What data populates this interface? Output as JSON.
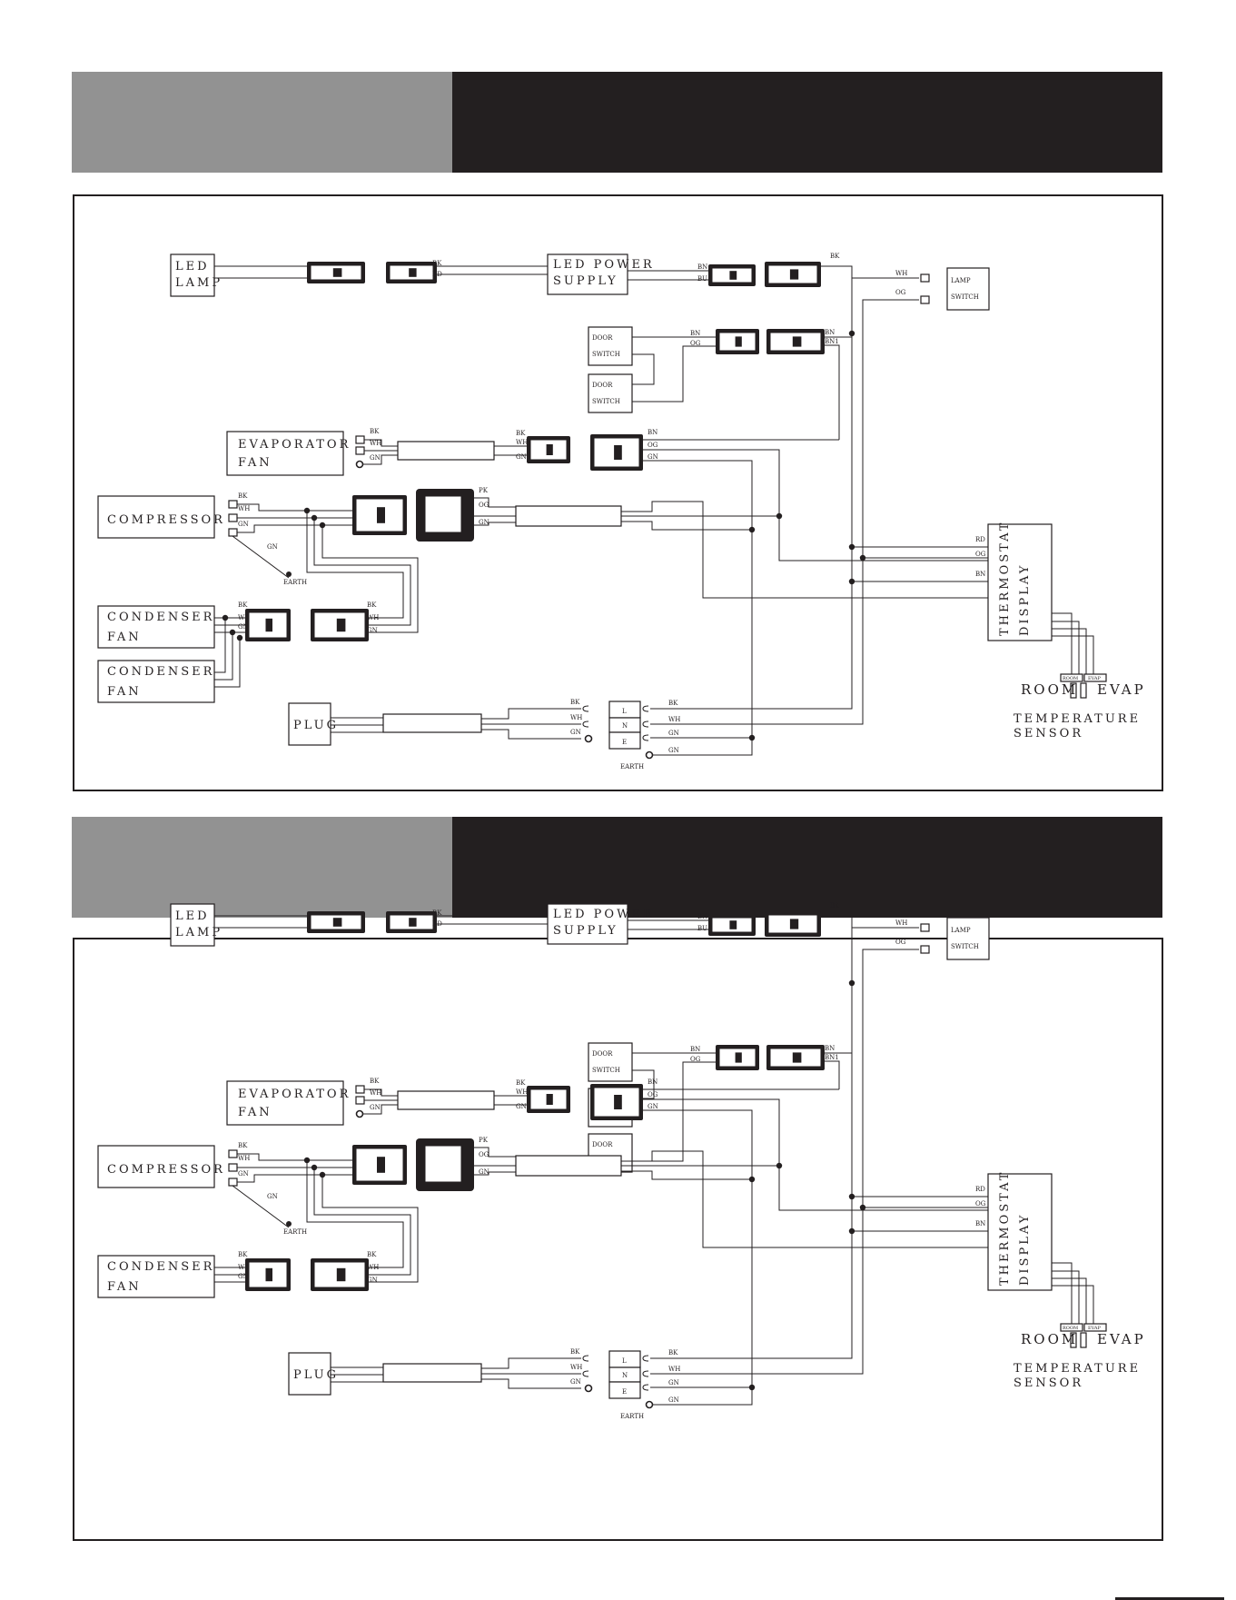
{
  "diagrams": [
    {
      "components": {
        "led_lamp": [
          "LED",
          "LAMP"
        ],
        "led_power_supply": [
          "LED POWER",
          "SUPPLY"
        ],
        "lamp_switch": [
          "LAMP",
          "SWITCH"
        ],
        "door_switch": [
          "DOOR",
          "SWITCH"
        ],
        "evaporator_fan": [
          "EVAPORATOR",
          "FAN"
        ],
        "compressor": "COMPRESSOR",
        "condenser_fan": [
          "CONDENSER",
          "FAN"
        ],
        "plug": "PLUG",
        "thermostat_display": [
          "THERMOSTAT",
          "DISPLAY"
        ],
        "sensor_room": "ROOM",
        "sensor_evap": "EVAP",
        "sensor_room_small": "ROOM",
        "sensor_evap_small": "EVAP",
        "temperature_sensor": [
          "TEMPERATURE",
          "SENSOR"
        ],
        "terminals": [
          "L",
          "N",
          "E"
        ],
        "earth": "EARTH"
      },
      "door_switch_count": 2,
      "condenser_fan_count": 2
    },
    {
      "components": {
        "led_lamp": [
          "LED",
          "LAMP"
        ],
        "led_power_supply": [
          "LED POWER",
          "SUPPLY"
        ],
        "lamp_switch": [
          "LAMP",
          "SWITCH"
        ],
        "door_switch": [
          "DOOR",
          "SWITCH"
        ],
        "evaporator_fan": [
          "EVAPORATOR",
          "FAN"
        ],
        "compressor": "COMPRESSOR",
        "condenser_fan": [
          "CONDENSER",
          "FAN"
        ],
        "plug": "PLUG",
        "thermostat_display": [
          "THERMOSTAT",
          "DISPLAY"
        ],
        "sensor_room": "ROOM",
        "sensor_evap": "EVAP",
        "sensor_room_small": "ROOM",
        "sensor_evap_small": "EVAP",
        "temperature_sensor": [
          "TEMPERATURE",
          "SENSOR"
        ],
        "terminals": [
          "L",
          "N",
          "E"
        ],
        "earth": "EARTH"
      },
      "door_switch_count": 3,
      "condenser_fan_count": 1
    }
  ],
  "wire_codes": {
    "led": [
      "BK",
      "RD"
    ],
    "supply_out": [
      "BN",
      "BU"
    ],
    "switch_feed": "BK",
    "lamp_switch": [
      "WH",
      "OG"
    ],
    "door": [
      "BN",
      "OG"
    ],
    "door_right": [
      "BN",
      "BN1"
    ],
    "fan": [
      "BK",
      "WH",
      "GN"
    ],
    "thermo_in": [
      "BN",
      "OG",
      "GN"
    ],
    "pk_conn": [
      "PK",
      "OG",
      "GN"
    ],
    "thermo_side": [
      "RD",
      "OG",
      "BN"
    ],
    "earth_gn": "GN",
    "plug": [
      "BK",
      "WH",
      "GN"
    ],
    "term_out": [
      "BK",
      "WH",
      "GN",
      "GN"
    ]
  },
  "colors": {
    "ink": "#231f20",
    "header_gray": "#929292",
    "header_dark": "#231f20"
  }
}
